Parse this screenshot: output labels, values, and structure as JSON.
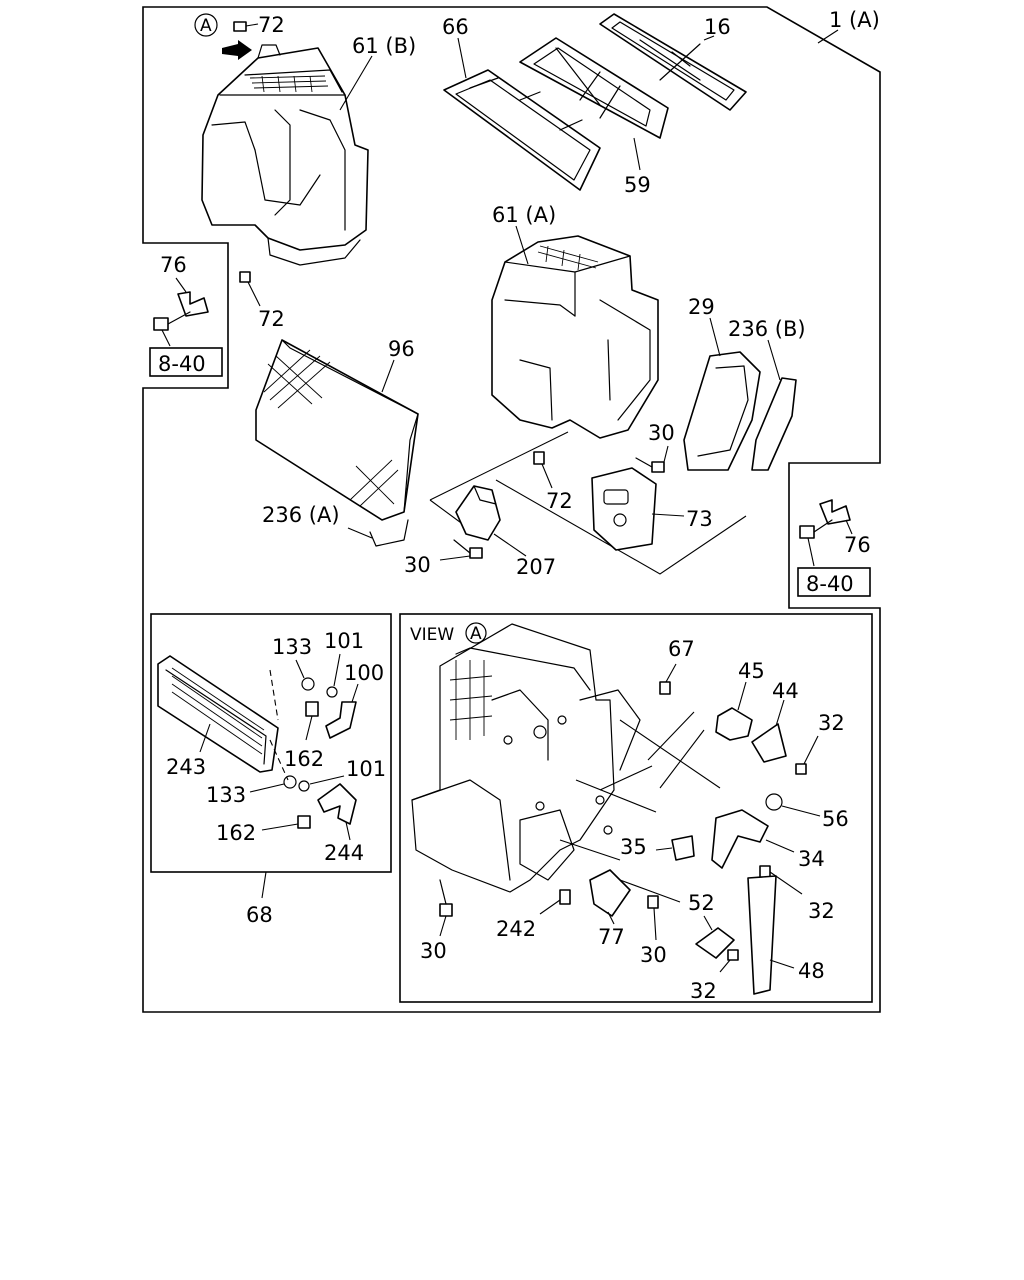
{
  "callouts": {
    "p1a": "1 (A)",
    "p72a": "72",
    "p61b": "61 (B)",
    "p66": "66",
    "p16": "16",
    "p59": "59",
    "p61a": "61 (A)",
    "p76a": "76",
    "p72b": "72",
    "ref840a": "8-40",
    "p96": "96",
    "p29": "29",
    "p236b": "236 (B)",
    "p30a": "30",
    "p72c": "72",
    "p73": "73",
    "p236a": "236 (A)",
    "p207": "207",
    "p30b": "30",
    "p76b": "76",
    "ref840b": "8-40",
    "p133a": "133",
    "p101a": "101",
    "p100": "100",
    "p162a": "162",
    "p243": "243",
    "p101b": "101",
    "p133b": "133",
    "p162b": "162",
    "p244": "244",
    "p68": "68",
    "view_label": "VIEW",
    "view_circle": "A",
    "circle_a_top": "A",
    "p67": "67",
    "p45": "45",
    "p44": "44",
    "p32a": "32",
    "p56": "56",
    "p35": "35",
    "p34": "34",
    "p32b": "32",
    "p30c": "30",
    "p242": "242",
    "p77": "77",
    "p30d": "30",
    "p52": "52",
    "p48": "48",
    "p32c": "32"
  }
}
